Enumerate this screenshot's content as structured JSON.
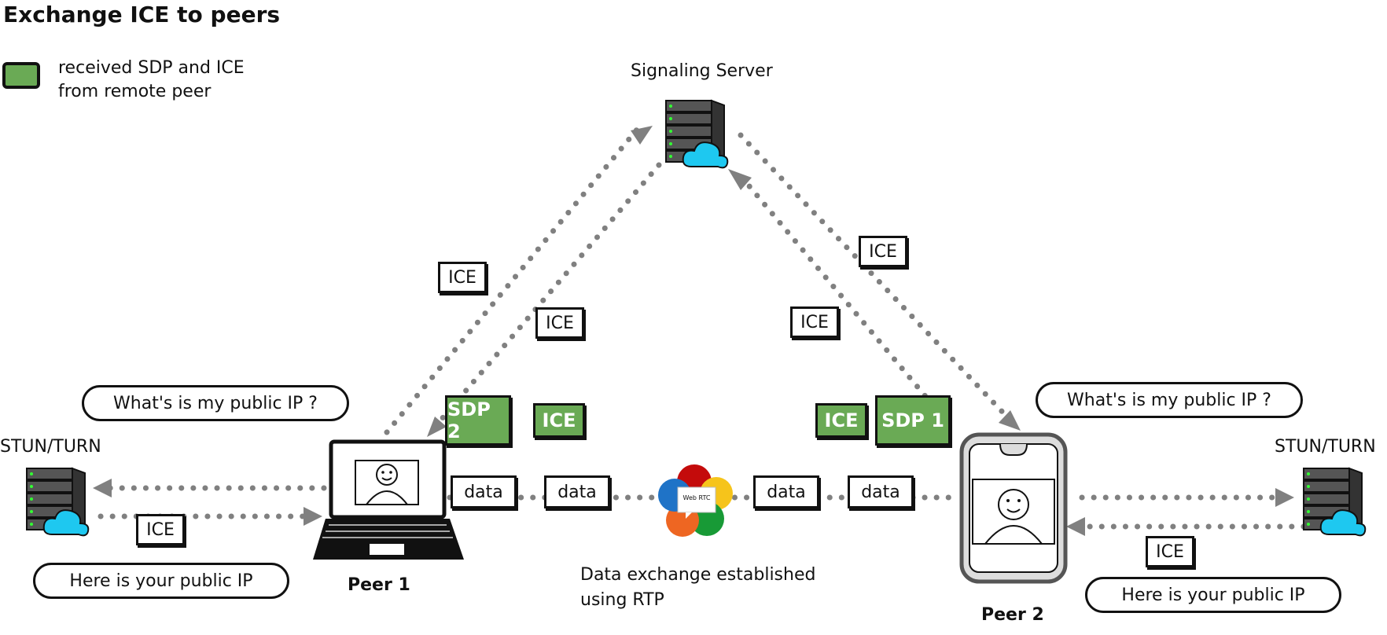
{
  "title": "Exchange ICE to peers",
  "legend": {
    "color": "#6aaa55",
    "line1": "received SDP and ICE",
    "line2": "from remote peer"
  },
  "nodes": {
    "signaling_server": "Signaling Server",
    "stun_left": "STUN/TURN",
    "stun_right": "STUN/TURN",
    "peer1": "Peer 1",
    "peer2": "Peer 2",
    "webrtc_logo_text": "Web RTC"
  },
  "bubbles": {
    "left_question": "What's is my public IP ?",
    "left_answer": "Here is your public IP",
    "right_question": "What's is my public IP ?",
    "right_answer": "Here is your public IP"
  },
  "tags": {
    "ice": "ICE",
    "sdp1": "SDP 1",
    "sdp2": "SDP 2",
    "data": "data"
  },
  "caption": {
    "line1": "Data exchange established",
    "line2": "using RTP"
  },
  "colors": {
    "received": "#6aaa55",
    "arrow": "#808080",
    "cloud": "#1ec8f0"
  }
}
